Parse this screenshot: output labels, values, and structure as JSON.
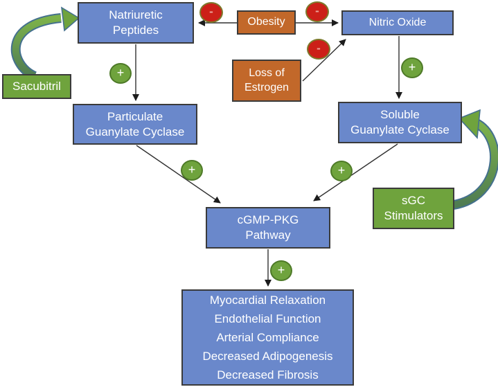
{
  "title": "cGMP-PKG pathway diagram",
  "colors": {
    "process_box": "#6a88cb",
    "inhibitor_box": "#c2682a",
    "drug_box": "#6fa33d",
    "negative_badge": "#cc2018",
    "positive_badge": "#6fa33d",
    "curved_arrow_outline": "#44708e",
    "line_color": "#303030"
  },
  "signs": {
    "plus": "+",
    "minus": "-"
  },
  "nodes": {
    "natriuretic_peptides": {
      "label": "Natriuretic\nPeptides"
    },
    "obesity": {
      "label": "Obesity"
    },
    "nitric_oxide": {
      "label": "Nitric Oxide"
    },
    "loss_of_estrogen": {
      "label": "Loss of\nEstrogen"
    },
    "sacubitril": {
      "label": "Sacubitril"
    },
    "particulate_guanylate_cyclase": {
      "label": "Particulate\nGuanylate Cyclase"
    },
    "soluble_guanylate_cyclase": {
      "label": "Soluble\nGuanylate Cyclase"
    },
    "sgc_stimulators": {
      "label": "sGC\nStimulators"
    },
    "cgmp_pkg_pathway": {
      "label": "cGMP-PKG\nPathway"
    },
    "outcomes": {
      "label": "Myocardial Relaxation\nEndothelial Function\nArterial Compliance\nDecreased Adipogenesis\nDecreased Fibrosis"
    }
  }
}
